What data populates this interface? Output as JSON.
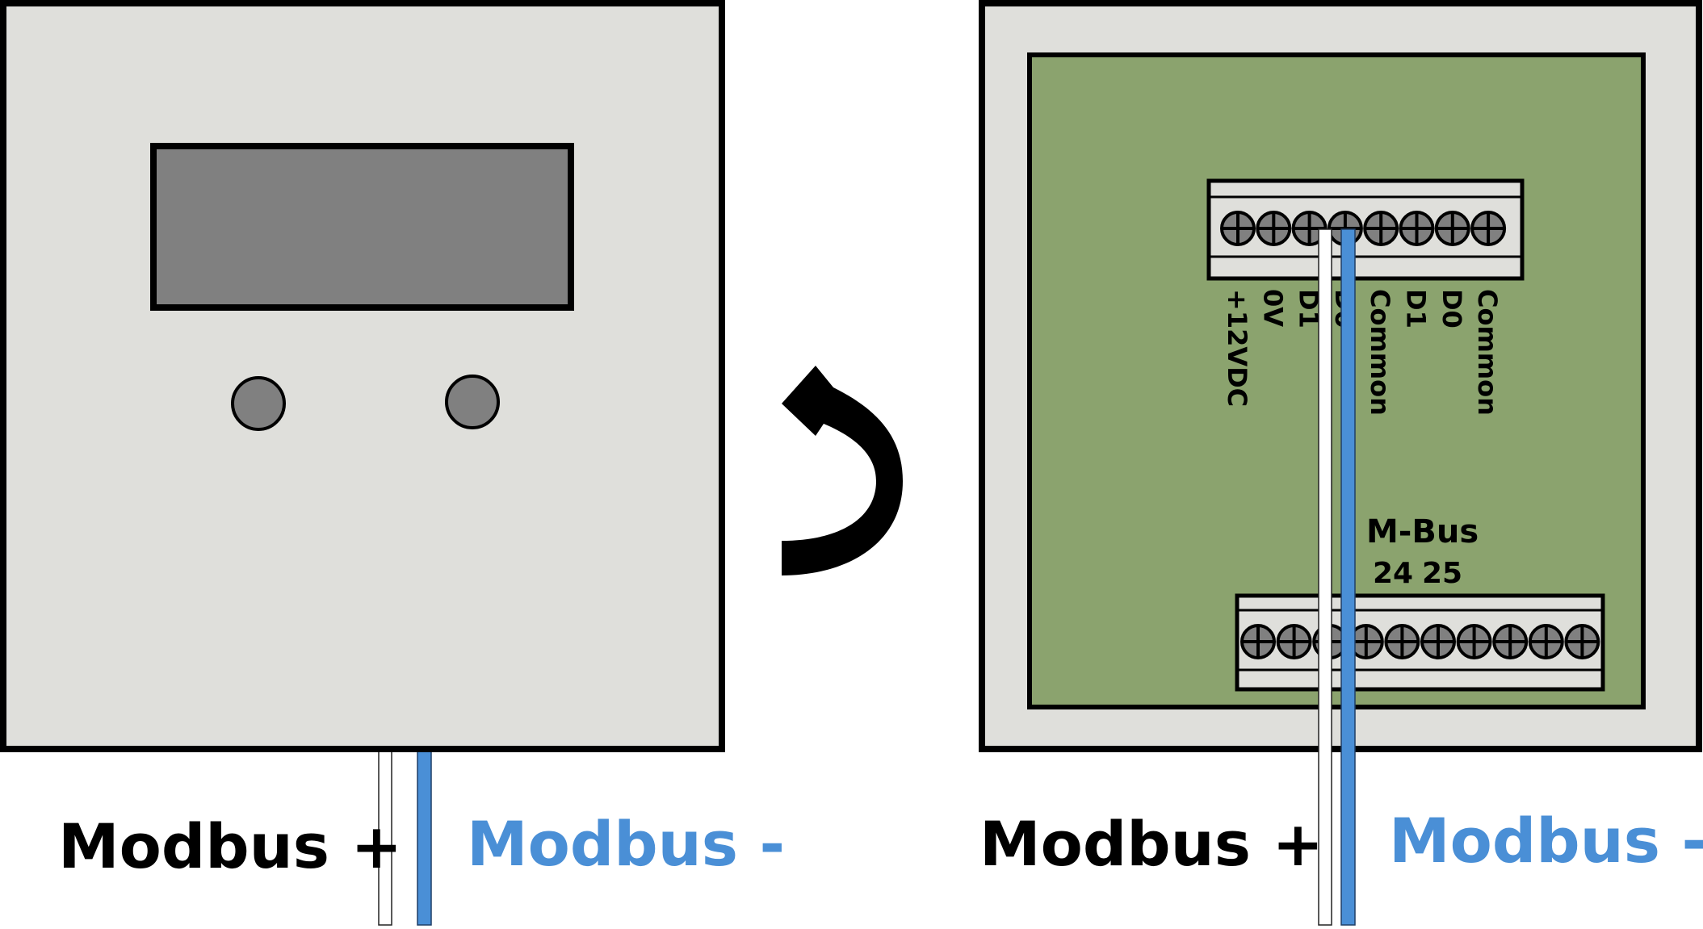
{
  "colors": {
    "housing": "#dfdfdb",
    "display": "#808080",
    "pcb": "#8ba36e",
    "white_wire": "#ffffff",
    "blue_wire": "#4a8fd6",
    "label_black": "#000000",
    "label_blue": "#4a8fd6"
  },
  "icons": {
    "rotate": "curved-arrow-icon",
    "screw": "screw-terminal-icon"
  },
  "front": {
    "labels": {
      "modbus_plus": "Modbus +",
      "modbus_minus": "Modbus -"
    }
  },
  "back": {
    "top_terminals": [
      "+12VDC",
      "0V",
      "D1",
      "D0",
      "Common",
      "D1",
      "D0",
      "Common"
    ],
    "mbus_title": "M-Bus",
    "mbus_pin_a": "24",
    "mbus_pin_b": "25",
    "bottom_terminal_count": 10,
    "labels": {
      "modbus_plus": "Modbus +",
      "modbus_minus": "Modbus -"
    }
  }
}
